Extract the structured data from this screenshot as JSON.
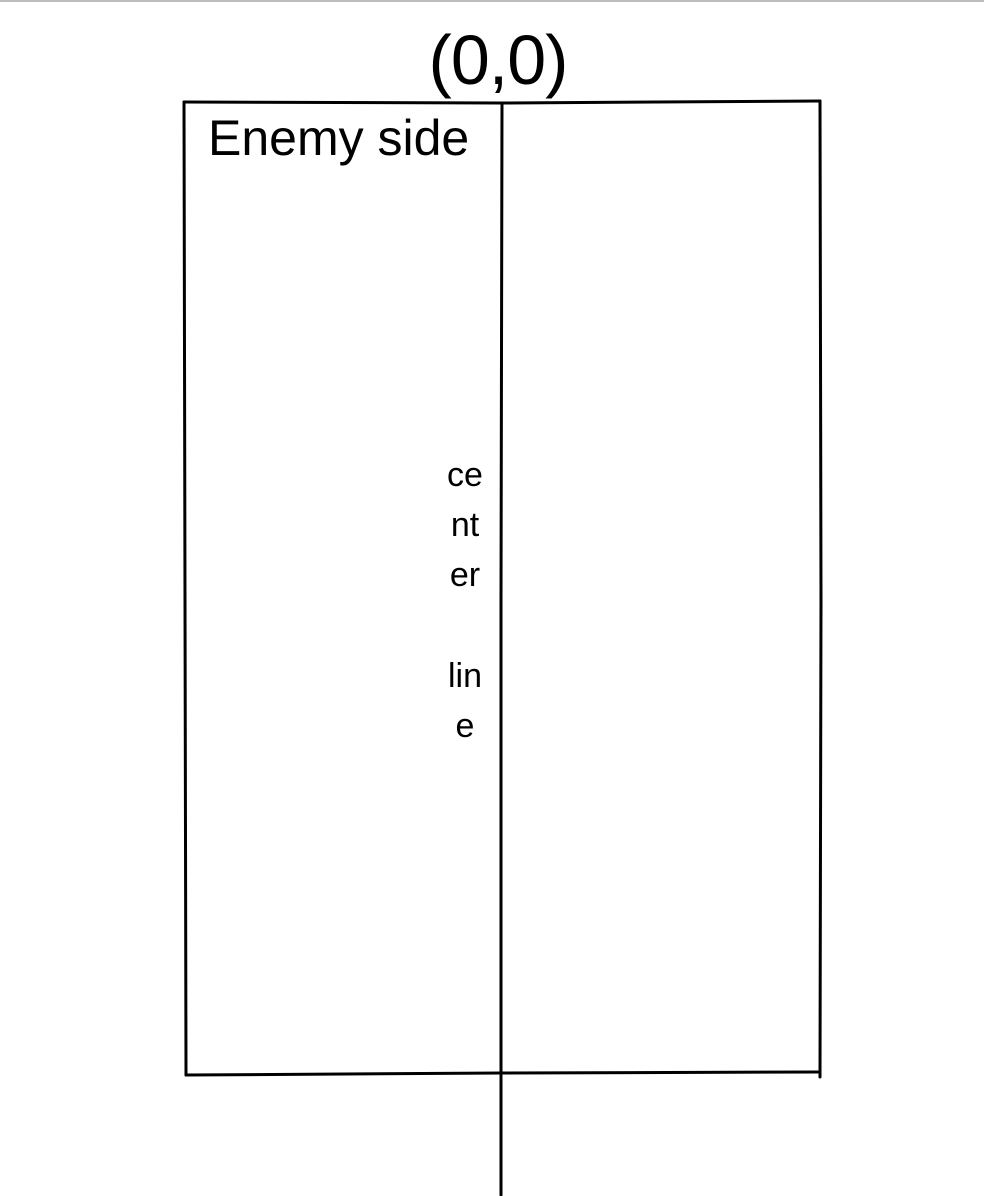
{
  "diagram": {
    "origin_label": "(0,0)",
    "enemy_label": "Enemy side",
    "center_line_label": "center\n\nline",
    "stroke_color": "#000000"
  }
}
